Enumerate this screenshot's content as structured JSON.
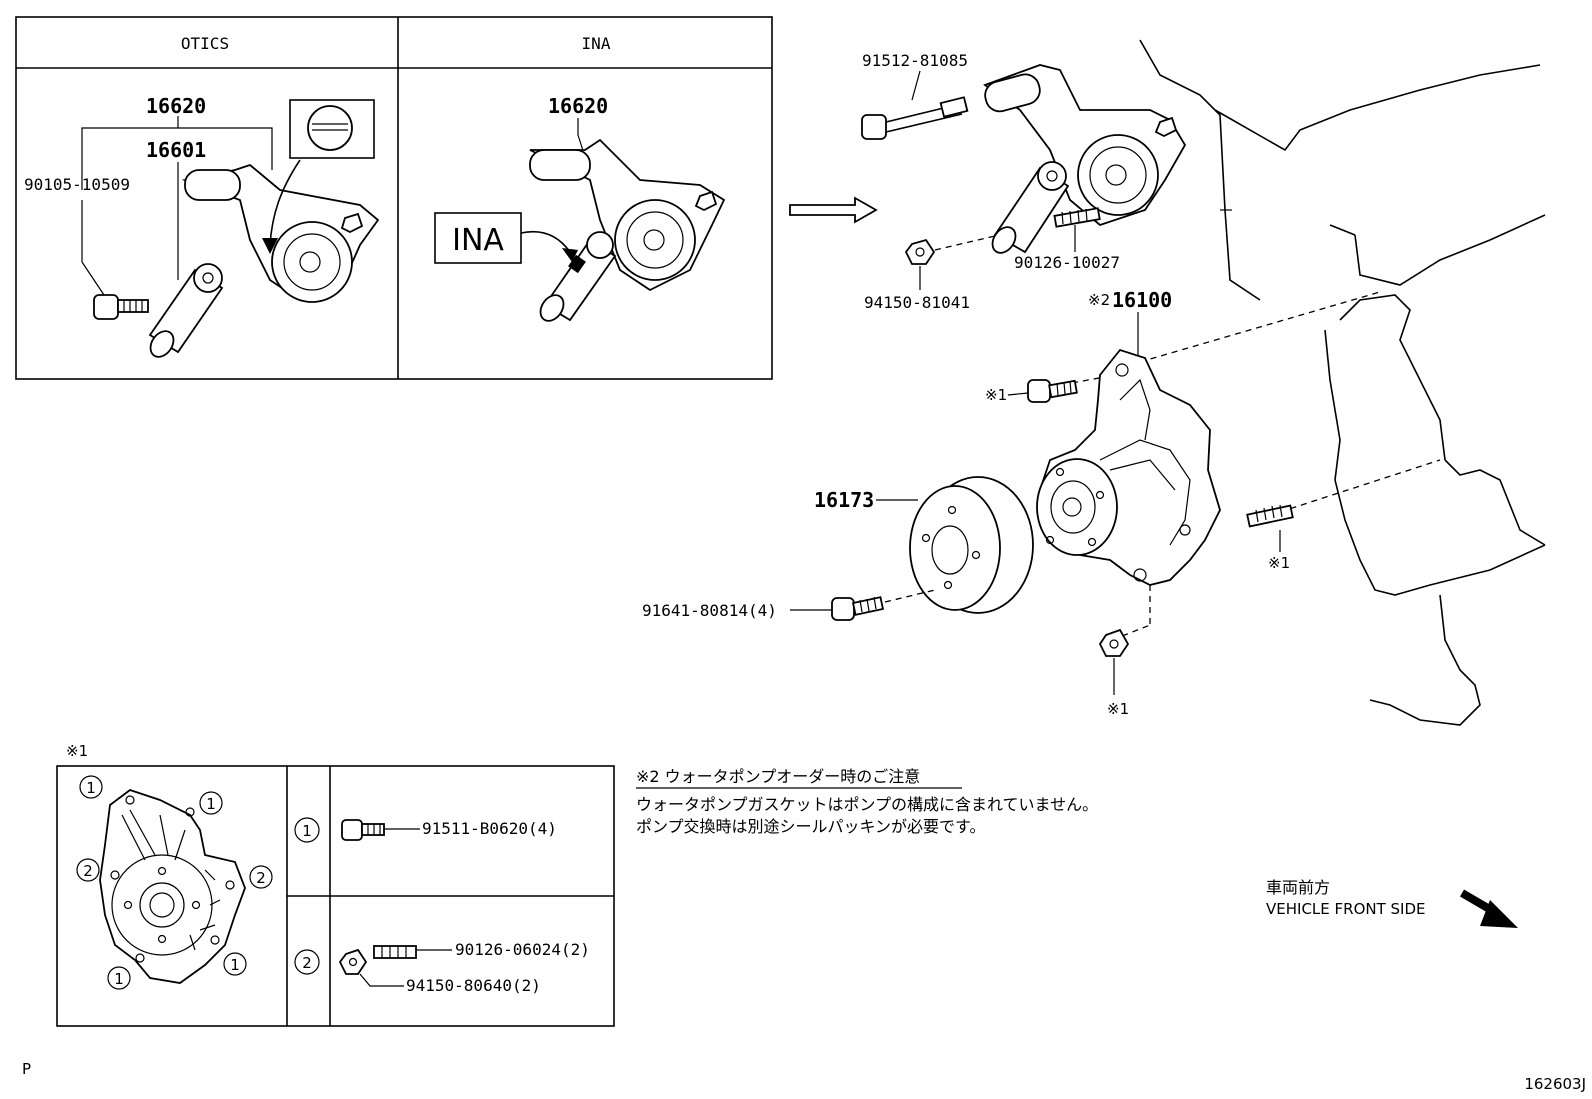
{
  "inset_top": {
    "left_header": "OTICS",
    "right_header": "INA",
    "left_part_a": "16620",
    "left_part_b": "16601",
    "left_bolt": "90105-10509",
    "right_part": "16620",
    "ina_badge": "INA"
  },
  "main": {
    "bolt_top": "91512-81085",
    "stud_top": "90126-10027",
    "nut_top": "94150-81041",
    "pump_mark": "※2",
    "pump_part": "16100",
    "pulley_part": "16173",
    "pulley_bolt": "91641-80814(4)",
    "mark_bolt": "※1",
    "mark_stud": "※1",
    "mark_nut": "※1"
  },
  "inset_bottom": {
    "title": "※1",
    "row1_key": "1",
    "row1_part": "91511-B0620(4)",
    "row2_key": "2",
    "row2_stud": "90126-06024(2)",
    "row2_nut": "94150-80640(2)",
    "hole_labels": [
      "1",
      "1",
      "2",
      "2",
      "1",
      "1"
    ]
  },
  "note": {
    "title": "※2 ウォータポンプオーダー時のご注意",
    "line1": "ウォータポンプガスケットはポンプの構成に含まれていません。",
    "line2": "ポンプ交換時は別途シールパッキンが必要です。"
  },
  "direction": {
    "label_jp": "車両前方",
    "label_en": "VEHICLE FRONT SIDE"
  },
  "corner_left": "P",
  "figure_code": "162603J"
}
